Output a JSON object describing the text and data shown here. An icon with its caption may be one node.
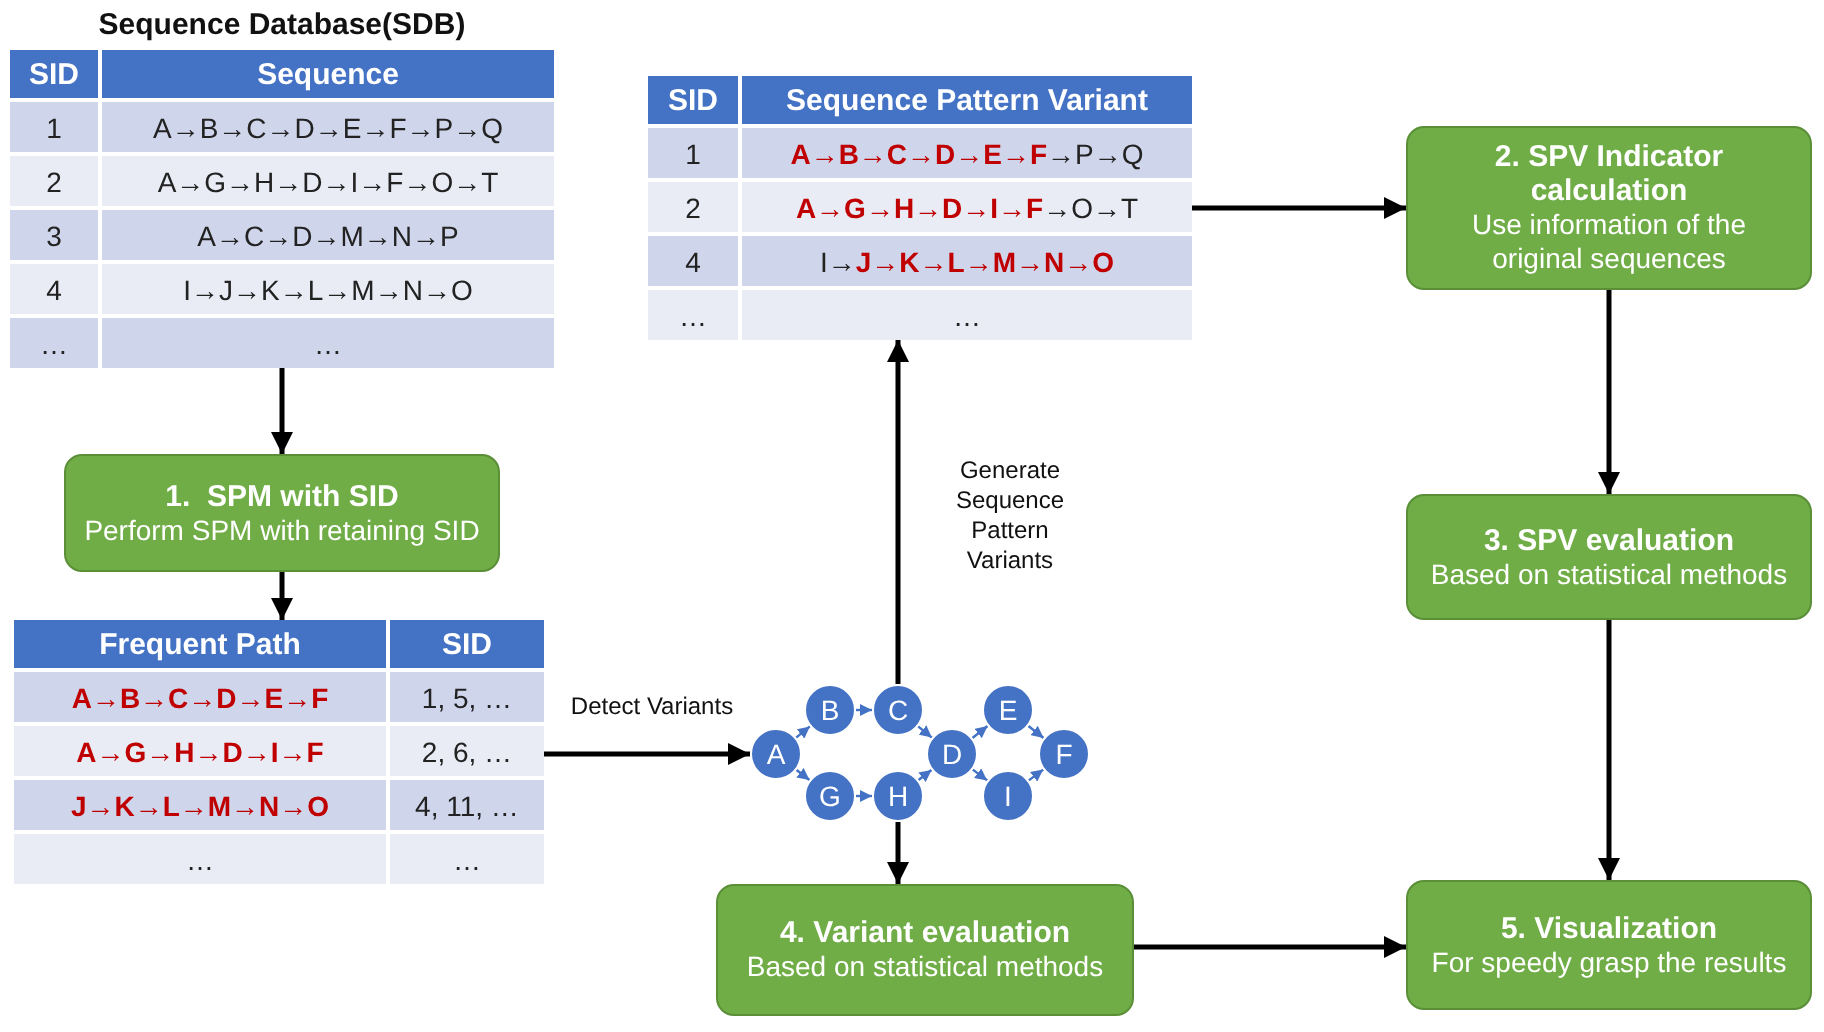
{
  "diagram": {
    "nodes": [
      {
        "beside": [
          "Sequence Database(SDB)"
        ],
        "text": [
          "SID",
          "Sequence",
          "1",
          "A→B→C→D→E→F→P→Q",
          "2",
          "A→G→H→D→I→F→O→T",
          "3",
          "A→C→D→M→N→P",
          "4",
          "I→J→K→L→M→N→O",
          "…",
          "…"
        ]
      },
      {
        "text": [
          "1.  SPM with SID",
          "Perform SPM with retaining SID"
        ]
      },
      {
        "text": [
          "Frequent Path",
          "SID",
          "A→B→C→D→E→F",
          "1, 5, …",
          "A→G→H→D→I→F",
          "2, 6, …",
          "J→K→L→M→N→O",
          "4, 11, …",
          "…",
          "…"
        ]
      },
      {
        "text": [
          "SID",
          "Sequence Pattern Variant",
          "1",
          "**A→B→C→D→E→F**→P→Q",
          "2",
          "**A→G→H→D→I→F**→O→T",
          "4",
          "I→**J→K→L→M→N→O**",
          "…",
          "…"
        ]
      },
      {
        "text": [
          "A"
        ]
      },
      {
        "text": [
          "B"
        ]
      },
      {
        "text": [
          "G"
        ]
      },
      {
        "text": [
          "C"
        ]
      },
      {
        "text": [
          "H"
        ]
      },
      {
        "text": [
          "D"
        ]
      },
      {
        "text": [
          "E"
        ]
      },
      {
        "text": [
          "I"
        ]
      },
      {
        "text": [
          "F"
        ]
      },
      {
        "text": [
          "2. SPV Indicator calculation",
          "Use information of the original sequences"
        ]
      },
      {
        "text": [
          "3. SPV evaluation",
          "Based on statistical methods"
        ]
      },
      {
        "text": [
          "4. Variant evaluation",
          "Based on statistical methods"
        ]
      },
      {
        "text": [
          "5. Visualization",
          "For speedy grasp the results"
        ]
      }
    ],
    "edges": [
      {
        "from": 0,
        "to": 1,
        "arrow": "to",
        "color": "#000000"
      },
      {
        "from": 1,
        "to": 2,
        "arrow": "to",
        "color": "#000000"
      },
      {
        "from": 2,
        "to": 4,
        "arrow": "to",
        "color": "#000000",
        "label": "Detect Variants"
      },
      {
        "from": 7,
        "to": 3,
        "arrow": "to",
        "color": "#000000",
        "label": "Generate Sequence Pattern Variants"
      },
      {
        "from": 8,
        "to": 15,
        "arrow": "to",
        "color": "#000000"
      },
      {
        "from": 3,
        "to": 13,
        "arrow": "to",
        "color": "#000000"
      },
      {
        "from": 13,
        "to": 14,
        "arrow": "to",
        "color": "#000000"
      },
      {
        "from": 14,
        "to": 16,
        "arrow": "to",
        "color": "#000000"
      },
      {
        "from": 15,
        "to": 16,
        "arrow": "to",
        "color": "#000000"
      },
      {
        "from": 4,
        "to": 5,
        "arrow": "to"
      },
      {
        "from": 4,
        "to": 6,
        "arrow": "to"
      },
      {
        "from": 5,
        "to": 7,
        "arrow": "to"
      },
      {
        "from": 6,
        "to": 8,
        "arrow": "to"
      },
      {
        "from": 7,
        "to": 9,
        "arrow": "to"
      },
      {
        "from": 8,
        "to": 9,
        "arrow": "to"
      },
      {
        "from": 9,
        "to": 10,
        "arrow": "to"
      },
      {
        "from": 9,
        "to": 11,
        "arrow": "to"
      },
      {
        "from": 10,
        "to": 12,
        "arrow": "to"
      },
      {
        "from": 11,
        "to": 12,
        "arrow": "to"
      }
    ]
  }
}
